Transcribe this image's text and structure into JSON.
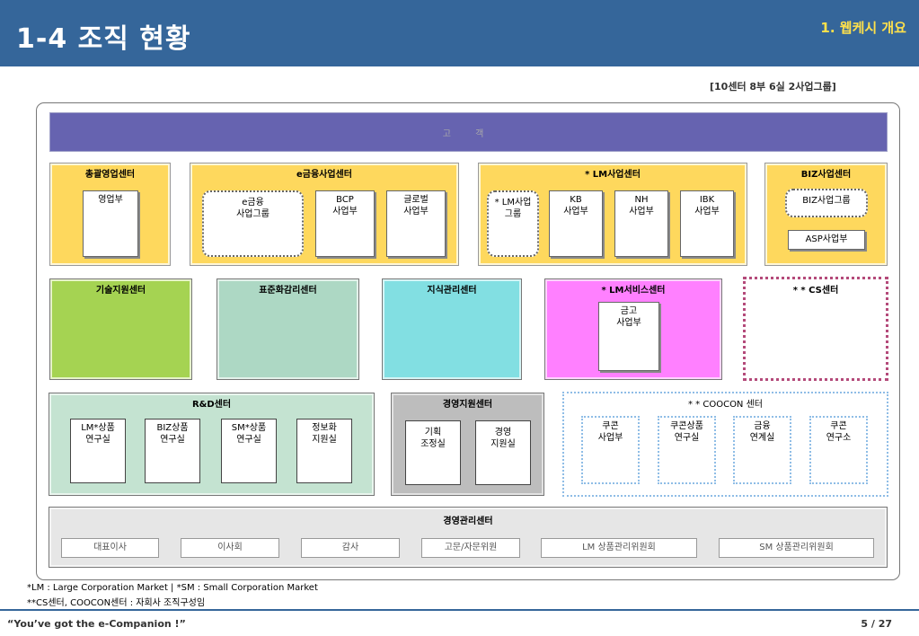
{
  "header": {
    "title": "1-4 조직 현황",
    "section": "1. 웹케시 개요"
  },
  "summary": "[10센터 8부 6실 2사업그룹]",
  "customer": "고 객",
  "centers": {
    "sales": {
      "title": "총괄영업센터",
      "units": [
        "영업부"
      ]
    },
    "efinance": {
      "title": "e금융사업센터",
      "units": [
        "e금융\n사업그룹",
        "BCP\n사업부",
        "글로벌\n사업부"
      ]
    },
    "lm": {
      "title": "* LM사업센터",
      "units": [
        "* LM사업\n그룹",
        "KB\n사업부",
        "NH\n사업부",
        "IBK\n사업부"
      ]
    },
    "biz": {
      "title": "BIZ사업센터",
      "units": [
        "BIZ사업그룹",
        "ASP사업부"
      ]
    },
    "tech": {
      "title": "기술지원센터"
    },
    "std": {
      "title": "표준화감리센터"
    },
    "knowledge": {
      "title": "지식관리센터"
    },
    "lmservice": {
      "title": "* LM서비스센터",
      "units": [
        "금고\n사업부"
      ]
    },
    "cs": {
      "title": "* * CS센터"
    },
    "rnd": {
      "title": "R&D센터",
      "units": [
        "LM*상품\n연구실",
        "BIZ상품\n연구실",
        "SM*상품\n연구실",
        "정보화\n지원실"
      ]
    },
    "mgmtsupport": {
      "title": "경영지원센터",
      "units": [
        "기획\n조정실",
        "경영\n지원실"
      ]
    },
    "coocon": {
      "title": "* * COOCON 센터",
      "units": [
        "쿠콘\n사업부",
        "쿠콘상품\n연구실",
        "금융\n연계실",
        "쿠콘\n연구소"
      ]
    },
    "mgmt": {
      "title": "경영관리센터",
      "units": [
        "대표이사",
        "이사회",
        "감사",
        "고문/자문위원",
        "LM 상품관리위원회",
        "SM 상품관리위원회"
      ]
    }
  },
  "footnotes": [
    "*LM : Large Corporation Market | *SM : Small Corporation Market",
    "**CS센터, COOCON센터 : 자회사 조직구성임"
  ],
  "footer": {
    "slogan": "“You’ve got the e-Companion !”",
    "page": "5 / 27"
  },
  "colors": {
    "header": "#35669a",
    "section": "#ffe14b",
    "customer": "#6663b0",
    "sales": "#fed85d",
    "tech": "#a5d352",
    "std": "#add8c4",
    "knowledge": "#82dfe2",
    "lmservice": "#ff80ff",
    "rnd": "#c4e3d1",
    "mgmtsupport": "#bdbdbd",
    "mgmt": "#e6e6e6"
  }
}
